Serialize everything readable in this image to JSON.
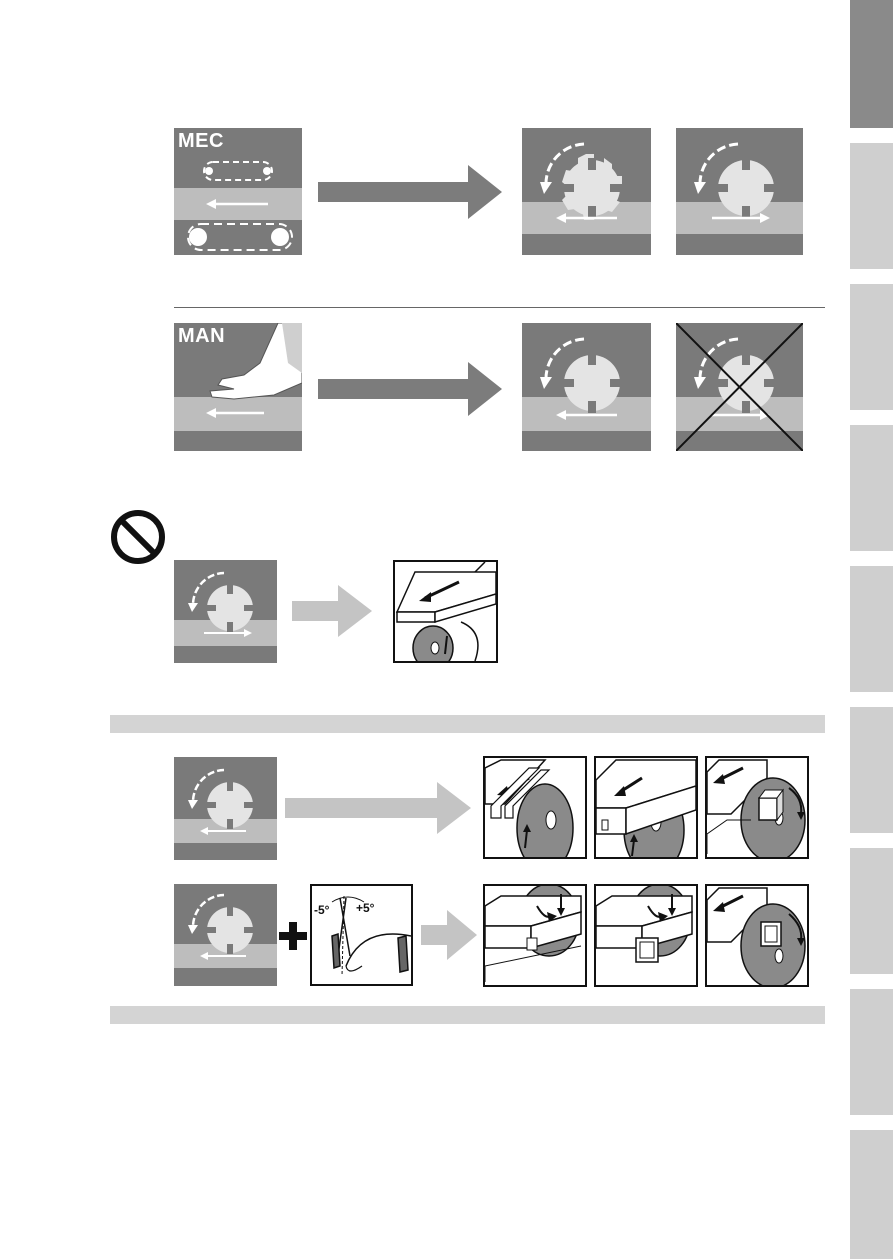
{
  "labels": {
    "mec": "MEC",
    "man": "MAN"
  },
  "angle_labels": {
    "minus": "-5°",
    "plus": "+5°"
  },
  "icons": {
    "blade": "circular-saw-blade-icon",
    "rotation": "rotation-arrow-icon",
    "prohibited": "prohibited-icon",
    "plus": "plus-icon",
    "arrow": "arrow-right-icon",
    "cross": "cross-out-icon"
  },
  "colors": {
    "panel_dark": "#7a7a7a",
    "panel_band": "#bdbdbd",
    "panel_bottom": "#6e6e6e",
    "arrow_dark": "#7c7c7c",
    "arrow_light": "#c4c4c4",
    "tab_active": "#8a8a8a",
    "tab_inactive": "#cfcfcf"
  }
}
